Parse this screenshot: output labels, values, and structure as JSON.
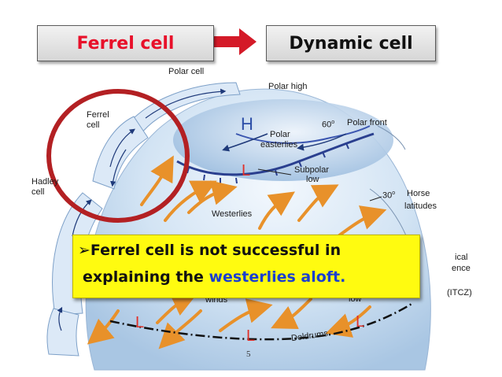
{
  "header": {
    "left_box": "Ferrel cell",
    "right_box": "Dynamic cell"
  },
  "diagram": {
    "labels": {
      "polar_cell": "Polar cell",
      "polar_high": "Polar high",
      "ferrel_cell": "Ferrel",
      "ferrel_cell_2": "cell",
      "polar_easterlies": "Polar",
      "polar_easterlies_2": "easterlies",
      "sixty": "60",
      "polar_front": "Polar front",
      "hadley": "Hadley",
      "hadley_2": "cell",
      "subpolar_low": "Subpolar",
      "subpolar_low_2": "low",
      "thirty": "30",
      "horse_latitudes": "Horse",
      "horse_latitudes_2": "latitudes",
      "westerlies": "Westerlies",
      "tropical": "ical",
      "convergence": "ence",
      "itcz": "(ITCZ)",
      "winds": "winds",
      "low": "low",
      "doldrums": "Doldrums",
      "high_letter": "H",
      "low_letter": "L"
    },
    "colors": {
      "globe": "#cfe0f2",
      "arrows": "#e8912a",
      "high_low": "#2d4fa8",
      "low_red": "#e0312a",
      "circle": "#b32023"
    }
  },
  "callout": {
    "bullet": "➢",
    "line1": "Ferrel cell is not successful in",
    "line2_prefix": "explaining the ",
    "line2_highlight": "westerlies aloft."
  },
  "page_number": "5"
}
